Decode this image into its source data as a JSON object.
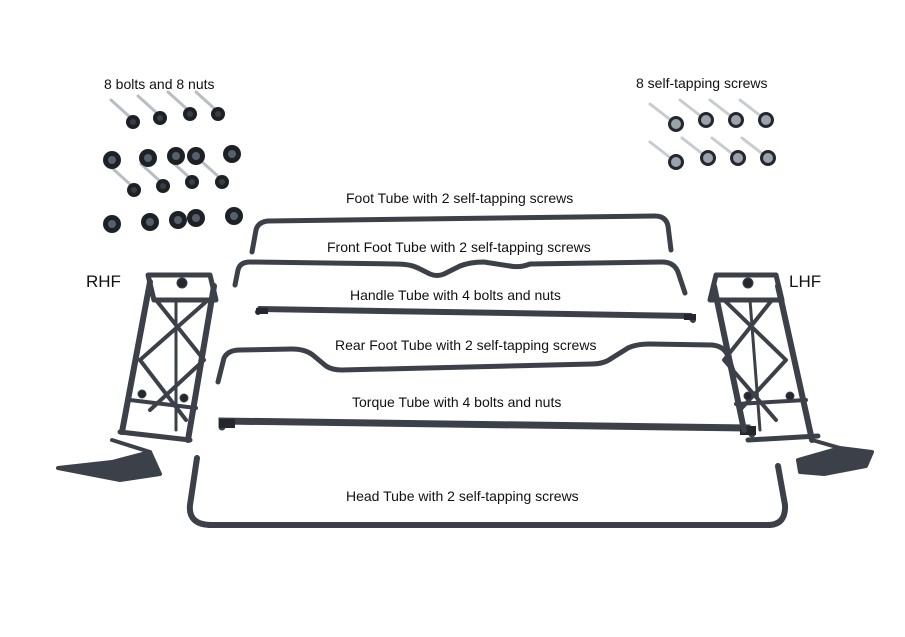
{
  "labels": {
    "bolts_nuts": "8 bolts and  8 nuts",
    "self_tapping": "8 self-tapping screws",
    "rhf": "RHF",
    "lhf": "LHF",
    "foot_tube": "Foot Tube with 2 self-tapping screws",
    "front_foot_tube": "Front Foot Tube with 2 self-tapping screws",
    "handle_tube": "Handle Tube with 4 bolts and nuts",
    "rear_foot_tube": "Rear Foot Tube with 2 self-tapping screws",
    "torque_tube": "Torque Tube with  4 bolts and nuts",
    "head_tube": "Head Tube with 2 self-tapping screws"
  },
  "colors": {
    "steel": "#3c4149",
    "steel_dark": "#24282e",
    "steel_light": "#6a717b",
    "nut": "#1d2024",
    "screw_head": "#9aa2aa"
  }
}
